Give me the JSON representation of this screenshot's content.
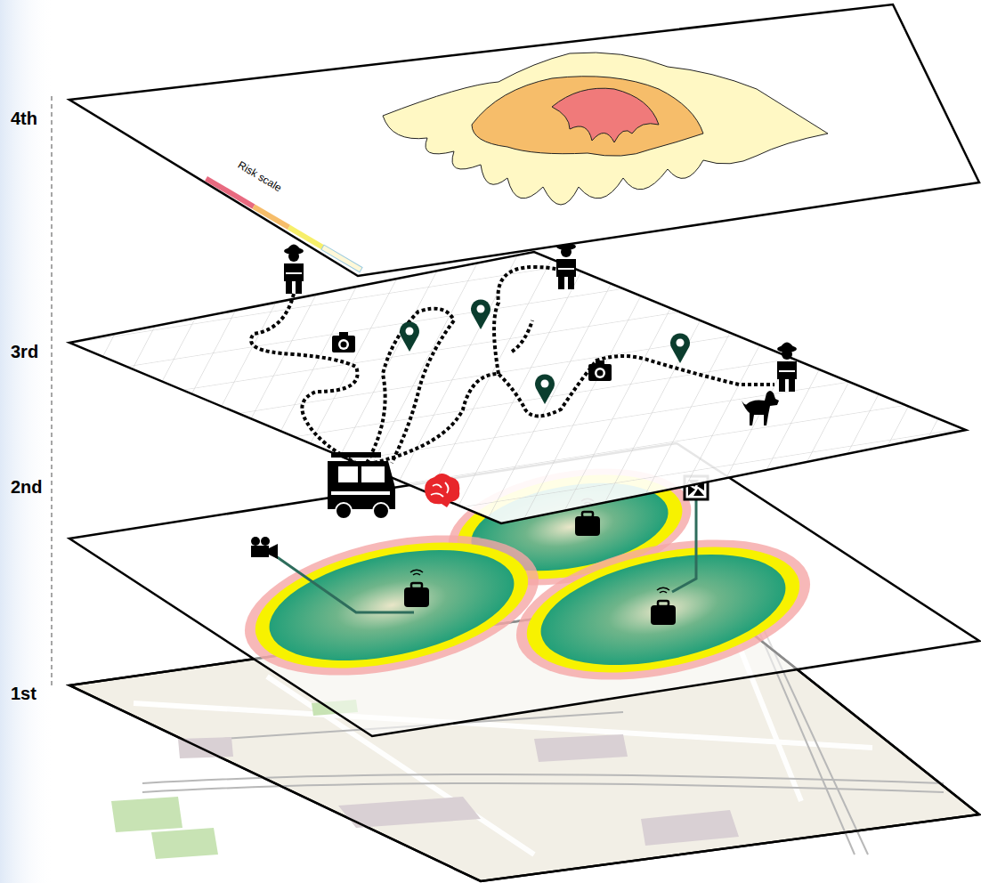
{
  "diagram": {
    "labels": [
      "4th",
      "3rd",
      "2nd",
      "1st",
      "Risk scale"
    ]
  }
}
